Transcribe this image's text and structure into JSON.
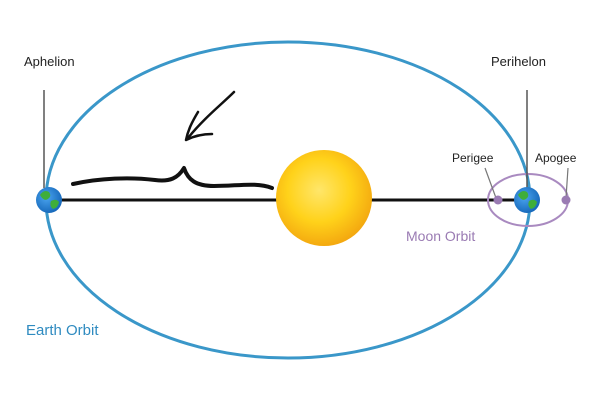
{
  "labels": {
    "aphelion": "Aphelion",
    "perihelion": "Perihelon",
    "perigee": "Perigee",
    "apogee": "Apogee",
    "moon_orbit": "Moon Orbit",
    "earth_orbit": "Earth Orbit"
  },
  "colors": {
    "earth_orbit": "#3a97c9",
    "moon_orbit": "#a98ac0",
    "moon_orbit_label": "#9a7bb3",
    "earth_orbit_label": "#2f8bc0",
    "axis_line": "#111111",
    "sun_core": "#ffd21a",
    "sun_edge": "#f3a60f",
    "earth_ocean": "#1f7fd0",
    "earth_land": "#3fae3a",
    "annotation_ink": "#111111",
    "leader_line": "#555555",
    "text": "#222222"
  },
  "icons": {
    "sun": "sun-icon",
    "earth": "earth-icon",
    "moon": "moon-icon"
  }
}
